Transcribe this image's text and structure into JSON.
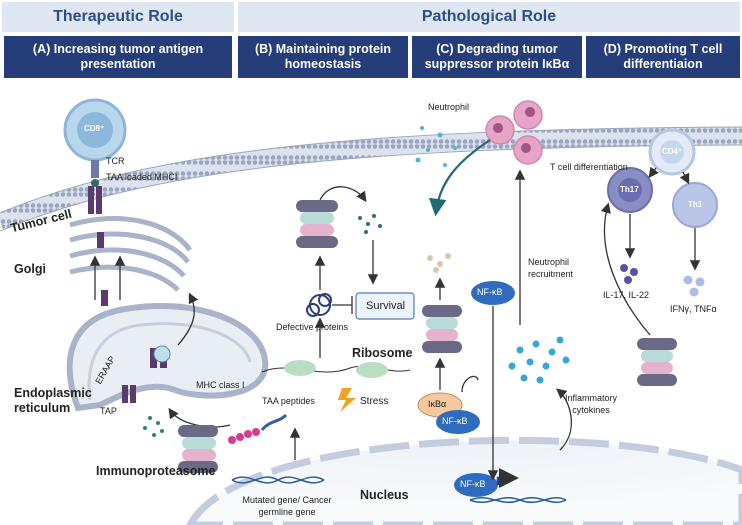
{
  "headers": {
    "therapeutic": "Therapeutic Role",
    "pathological": "Pathological Role"
  },
  "panels": {
    "a": "(A) Increasing tumor antigen presentation",
    "b": "(B) Maintaining protein homeostasis",
    "c": "(C) Degrading tumor suppressor protein IκBα",
    "d": "(D) Promoting T cell differentiaion"
  },
  "labels": {
    "cd8": "CD8⁺",
    "tcr": "TCR",
    "taa_loaded": "TAA loaded MHCI",
    "tumor_cell": "Tumor cell",
    "golgi": "Golgi",
    "erap": "ERAAP",
    "mhc": "MHC class I",
    "tap": "TAP",
    "er": "Endoplasmic reticulum",
    "immunoproteasome": "Immunoproteasome",
    "taa_peptides": "TAA peptides",
    "mutated_gene": "Mutated gene/ Cancer germline gene",
    "nucleus": "Nucleus",
    "defective": "Defective proteins",
    "survival": "Survival",
    "ribosome": "Ribosome",
    "stress": "Stress",
    "neutrophil": "Neutrophil",
    "nfkb": "NF-κB",
    "ikba": "IκBα",
    "neutrophil_recruitment": "Neutrophil recruitment",
    "inflammatory": "Inflammatory cytokines",
    "tcell_diff": "T cell differentiation",
    "cd4": "CD4⁺",
    "th17": "Th17",
    "th1": "Th1",
    "il17": "IL-17, IL-22",
    "ifng": "IFNγ, TNFα"
  },
  "colors": {
    "header_bg": "#dfe7f3",
    "header_text": "#2c4f8a",
    "panel_bg": "#253d78",
    "membrane": "#aab4c8",
    "proteasome_purple": "#5b5a78",
    "proteasome_pink": "#e3a9c4",
    "proteasome_teal": "#a7d6d2",
    "nfkb_blue": "#2f6bbf",
    "ikba_orange": "#f4c9a0",
    "cytokine_blue": "#3aa6d8",
    "neutrophil_pink": "#e6a4c6"
  }
}
